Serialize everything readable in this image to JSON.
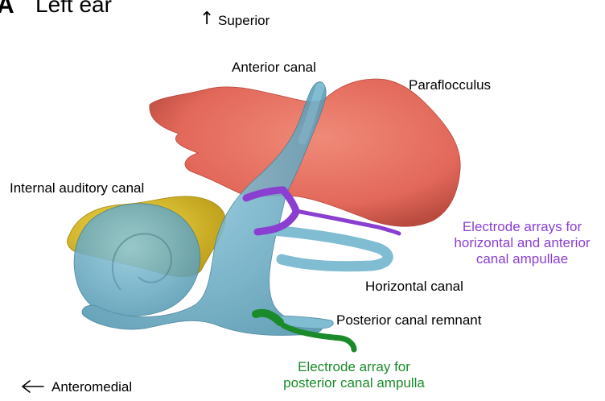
{
  "panel": {
    "letter": "A",
    "title": "Left ear"
  },
  "orientation": {
    "superior": "Superior",
    "anteromedial": "Anteromedial"
  },
  "labels": {
    "anterior_canal": "Anterior canal",
    "paraflocculus": "Paraflocculus",
    "internal_auditory_canal": "Internal auditory canal",
    "electrode_ha_line1": "Electrode arrays for",
    "electrode_ha_line2": "horizontal and anterior",
    "electrode_ha_line3": "canal ampullae",
    "horizontal_canal": "Horizontal canal",
    "posterior_canal_remnant": "Posterior canal remnant",
    "electrode_p_line1": "Electrode array for",
    "electrode_p_line2": "posterior canal ampulla"
  },
  "colors": {
    "paraflocculus": "#e56d5c",
    "internal_auditory_canal": "#e7c72a",
    "labyrinth": "#6fb3cc",
    "electrode_ha": "#8a3fd1",
    "electrode_p": "#1a8a2a",
    "electrode_ha_text": "#8a3fd1",
    "electrode_p_text": "#1a8a2a"
  }
}
